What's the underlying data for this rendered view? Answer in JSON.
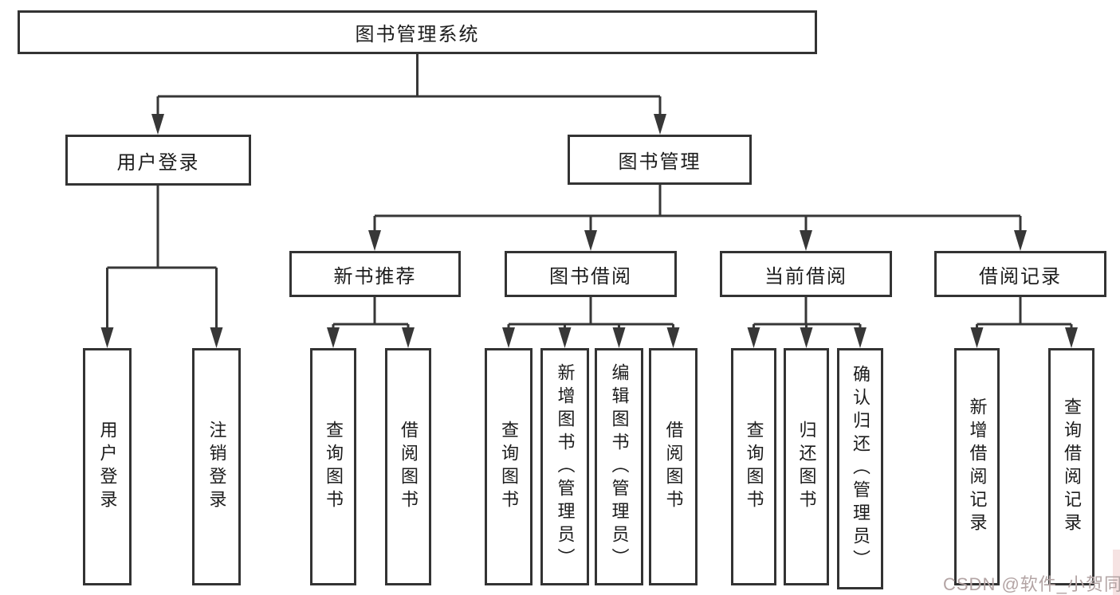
{
  "diagram": {
    "root": {
      "label": "图书管理系统"
    },
    "branches": [
      {
        "label": "用户登录",
        "children": [
          {
            "label": "用户登录"
          },
          {
            "label": "注销登录"
          }
        ]
      },
      {
        "label": "图书管理",
        "children": [
          {
            "label": "新书推荐",
            "children": [
              {
                "label": "查询图书"
              },
              {
                "label": "借阅图书"
              }
            ]
          },
          {
            "label": "图书借阅",
            "children": [
              {
                "label": "查询图书"
              },
              {
                "label": "新增图书（管理员）"
              },
              {
                "label": "编辑图书（管理员）"
              },
              {
                "label": "借阅图书"
              }
            ]
          },
          {
            "label": "当前借阅",
            "children": [
              {
                "label": "查询图书"
              },
              {
                "label": "归还图书"
              },
              {
                "label": "确认归还（管理员）"
              }
            ]
          },
          {
            "label": "借阅记录",
            "children": [
              {
                "label": "新增借阅记录"
              },
              {
                "label": "查询借阅记录"
              }
            ]
          }
        ]
      }
    ]
  },
  "watermark": {
    "text": "CSDN @软件_小贺同学",
    "color": "#b3a4a4"
  },
  "colors": {
    "line": "#373737",
    "box_border": "#333333",
    "text": "#1c1c1c",
    "background": "#ffffff",
    "watermark_strip": "#f6e2e2"
  }
}
